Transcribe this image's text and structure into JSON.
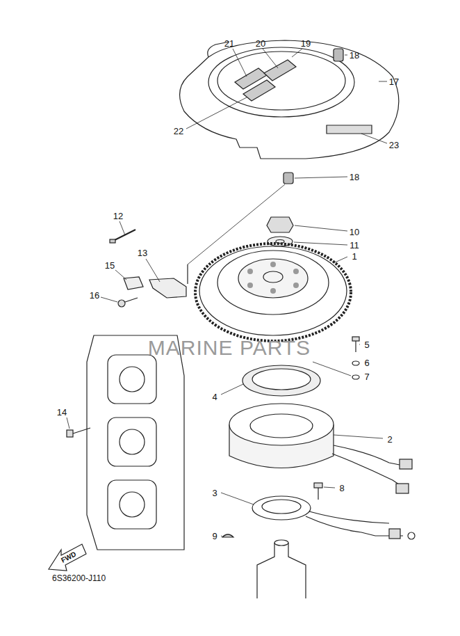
{
  "diagram": {
    "labels": [
      "21",
      "20",
      "19",
      "18",
      "17",
      "22",
      "23",
      "18",
      "12",
      "10",
      "11",
      "1",
      "13",
      "15",
      "16",
      "5",
      "6",
      "7",
      "4",
      "2",
      "14",
      "8",
      "3",
      "9",
      "MARINE PARTS",
      "FWD",
      "6S36200-J110"
    ]
  }
}
